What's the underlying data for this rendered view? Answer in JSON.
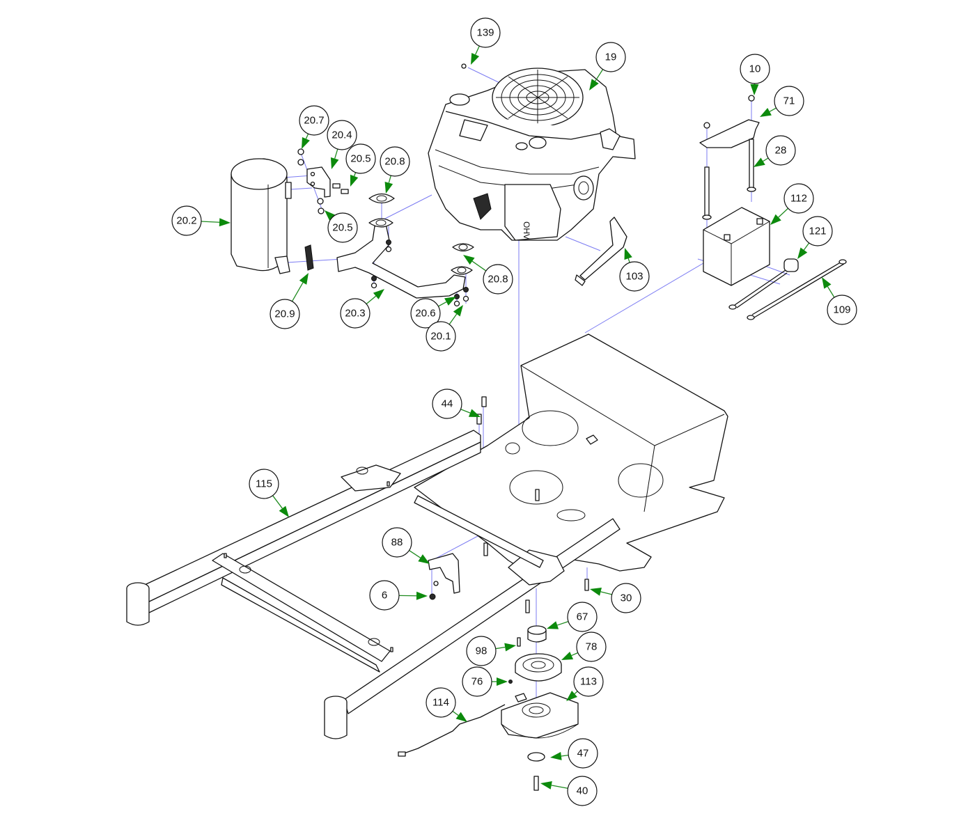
{
  "title": "Engine, Exhaust, Battery and Frame Exploded Parts Diagram",
  "colors": {
    "leader": "#1e8a1e",
    "arrowhead": "#0c8a0c",
    "guide_line": "#7b7bf2",
    "outline": "#111111",
    "background": "#ffffff"
  },
  "engine_label": "OHV",
  "callouts": [
    {
      "id": "139",
      "part": "engine screw"
    },
    {
      "id": "19",
      "part": "engine"
    },
    {
      "id": "10",
      "part": "flange nut"
    },
    {
      "id": "71",
      "part": "battery hold-down bracket"
    },
    {
      "id": "28",
      "part": "battery rod"
    },
    {
      "id": "112",
      "part": "battery"
    },
    {
      "id": "121",
      "part": "positive battery cable w/ boot"
    },
    {
      "id": "109",
      "part": "negative battery cable"
    },
    {
      "id": "103",
      "part": "fuel/oil hose"
    },
    {
      "id": "20.7",
      "part": "muffler nut"
    },
    {
      "id": "20.4",
      "part": "muffler bracket"
    },
    {
      "id": "20.5",
      "part": "bolt"
    },
    {
      "id": "20.5",
      "part": "nut"
    },
    {
      "id": "20.8",
      "part": "exhaust gasket (upper)"
    },
    {
      "id": "20.8",
      "part": "exhaust gasket (lower)"
    },
    {
      "id": "20.2",
      "part": "muffler"
    },
    {
      "id": "20.9",
      "part": "clamp"
    },
    {
      "id": "20.3",
      "part": "exhaust pipe"
    },
    {
      "id": "20.6",
      "part": "washer"
    },
    {
      "id": "20.1",
      "part": "exhaust nut"
    },
    {
      "id": "44",
      "part": "bolt"
    },
    {
      "id": "115",
      "part": "frame"
    },
    {
      "id": "88",
      "part": "bracket"
    },
    {
      "id": "6",
      "part": "nut"
    },
    {
      "id": "30",
      "part": "bolt"
    },
    {
      "id": "67",
      "part": "spacer"
    },
    {
      "id": "98",
      "part": "key"
    },
    {
      "id": "78",
      "part": "pulley"
    },
    {
      "id": "76",
      "part": "set screw"
    },
    {
      "id": "113",
      "part": "electric clutch"
    },
    {
      "id": "114",
      "part": "clutch harness"
    },
    {
      "id": "47",
      "part": "washer"
    },
    {
      "id": "40",
      "part": "bolt"
    }
  ]
}
